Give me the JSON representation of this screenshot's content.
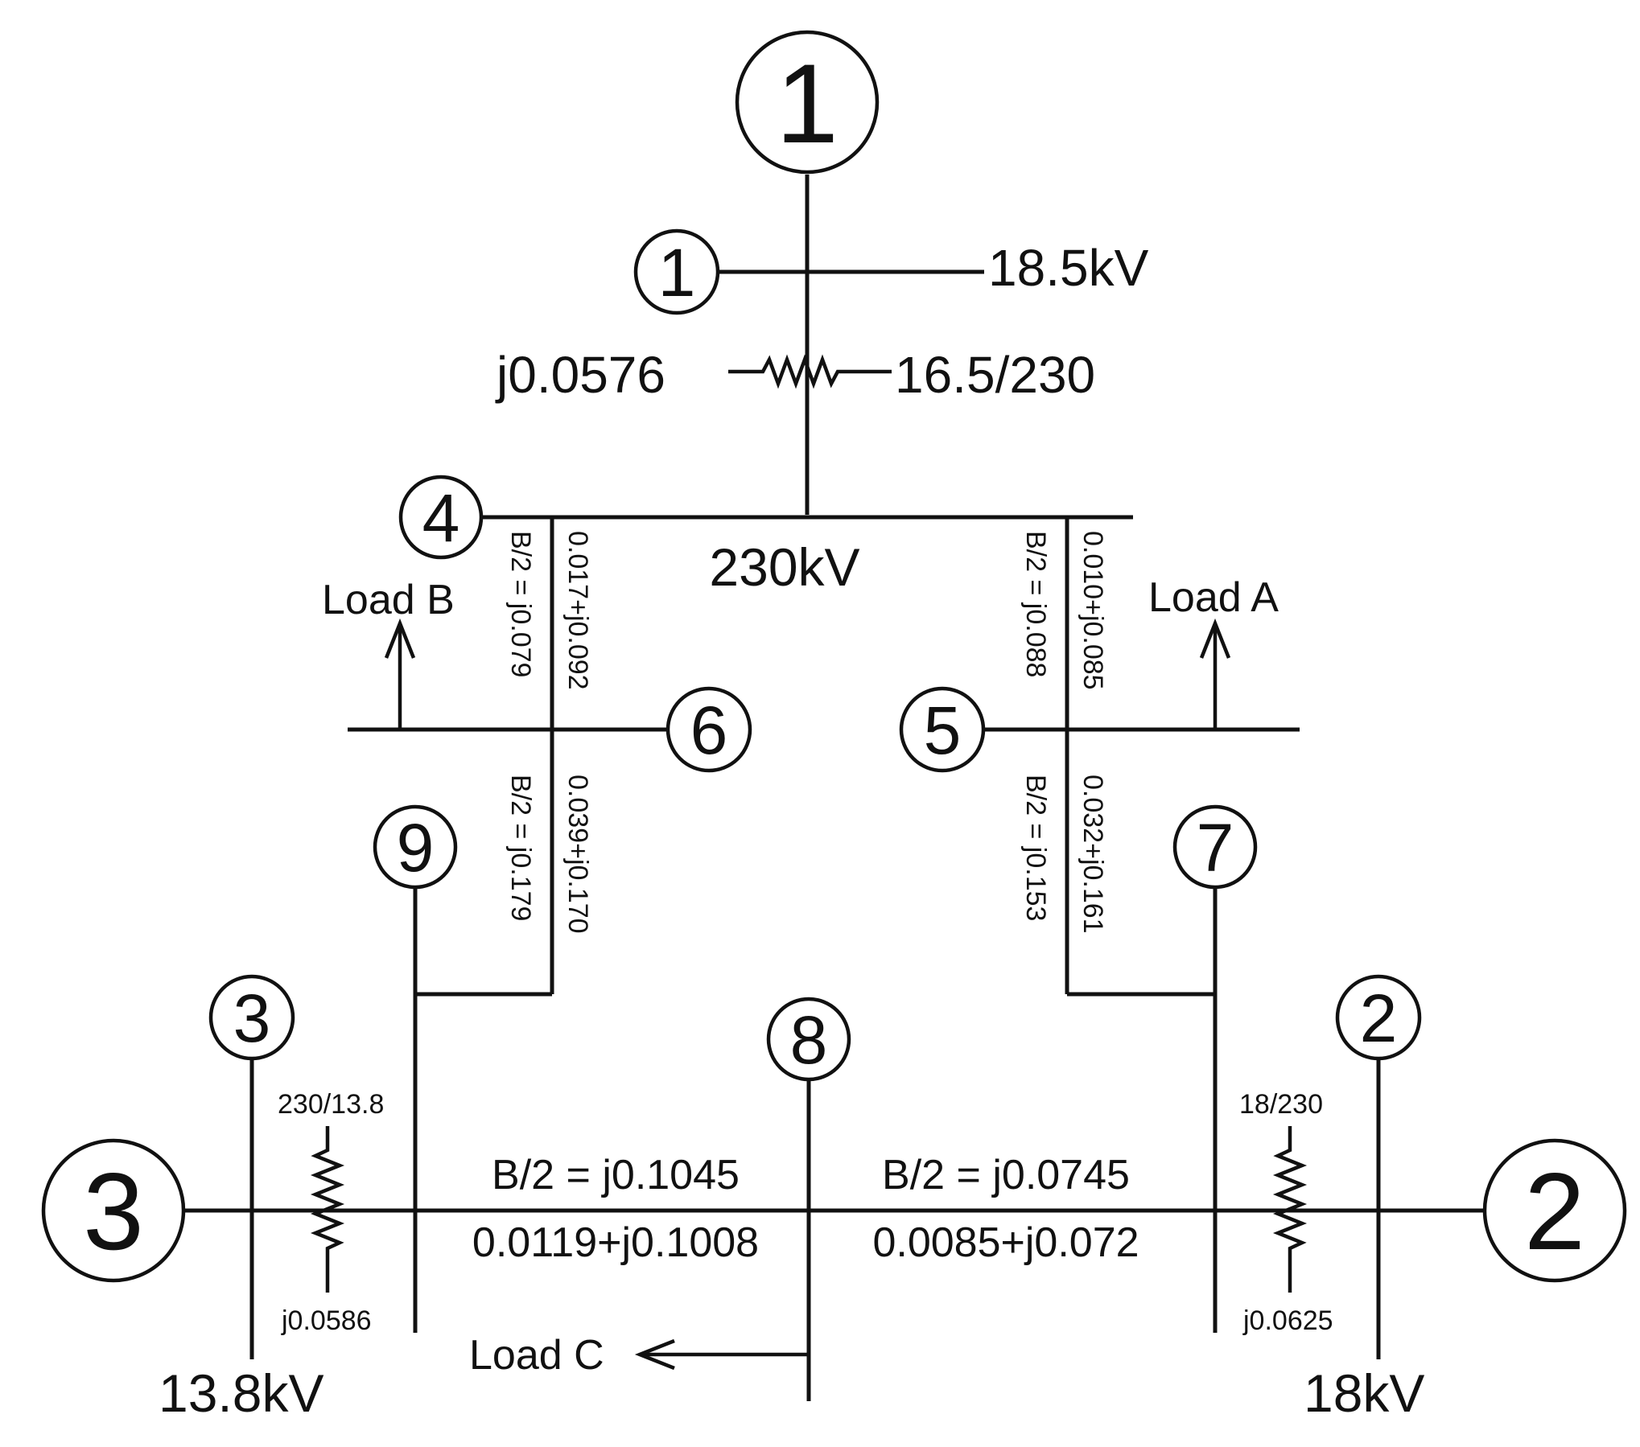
{
  "generators": {
    "g1": "1",
    "g2": "2",
    "g3": "3"
  },
  "buses": {
    "b1": "1",
    "b2": "2",
    "b3": "3",
    "b4": "4",
    "b5": "5",
    "b6": "6",
    "b7": "7",
    "b8": "8",
    "b9": "9"
  },
  "voltages": {
    "gen1": "18.5kV",
    "hv": "230kV",
    "gen3": "13.8kV",
    "gen2": "18kV"
  },
  "transformers": {
    "t1": {
      "impedance": "j0.0576",
      "ratio": "16.5/230"
    },
    "t3": {
      "ratio": "230/13.8",
      "impedance": "j0.0586"
    },
    "t2": {
      "ratio": "18/230",
      "impedance": "j0.0625"
    }
  },
  "lines": {
    "l46": {
      "charging": "B/2 = j0.079",
      "impedance": "0.017+j0.092"
    },
    "l45": {
      "charging": "B/2 = j0.088",
      "impedance": "0.010+j0.085"
    },
    "l69": {
      "charging": "B/2 = j0.179",
      "impedance": "0.039+j0.170"
    },
    "l57": {
      "charging": "B/2 = j0.153",
      "impedance": "0.032+j0.161"
    },
    "l98": {
      "charging": "B/2 = j0.1045",
      "impedance": "0.0119+j0.1008"
    },
    "l87": {
      "charging": "B/2 = j0.0745",
      "impedance": "0.0085+j0.072"
    }
  },
  "loads": {
    "a": "Load A",
    "b": "Load B",
    "c": "Load C"
  },
  "colors": {
    "ink": "#111111",
    "background": "#ffffff"
  }
}
